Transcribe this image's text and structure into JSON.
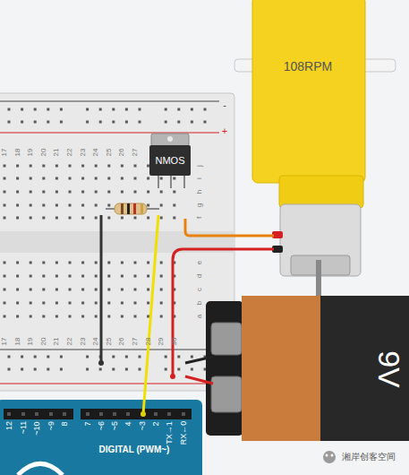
{
  "diagram": {
    "nodes": [
      {
        "text": [
          "108RPM"
        ]
      },
      {
        "text": [
          "NMOS"
        ]
      },
      {
        "text": [
          "9V"
        ]
      }
    ],
    "labels": [
      "17",
      "18",
      "19",
      "20",
      "21",
      "22",
      "23",
      "24",
      "25",
      "26",
      "27",
      "-",
      "+",
      "j",
      "i",
      "h",
      "g",
      "f",
      "e",
      "d",
      "c",
      "b",
      "a",
      "17",
      "18",
      "19",
      "20",
      "21",
      "22",
      "23",
      "24",
      "25",
      "26",
      "27",
      "28",
      "29",
      "30",
      "12",
      "~11",
      "~10",
      "~9",
      "8",
      "7",
      "~6",
      "~5",
      "4",
      "~3",
      "2",
      "TX→1",
      "RX←0",
      "DIGITAL (PWM~)",
      "湘岸创客空间"
    ]
  }
}
